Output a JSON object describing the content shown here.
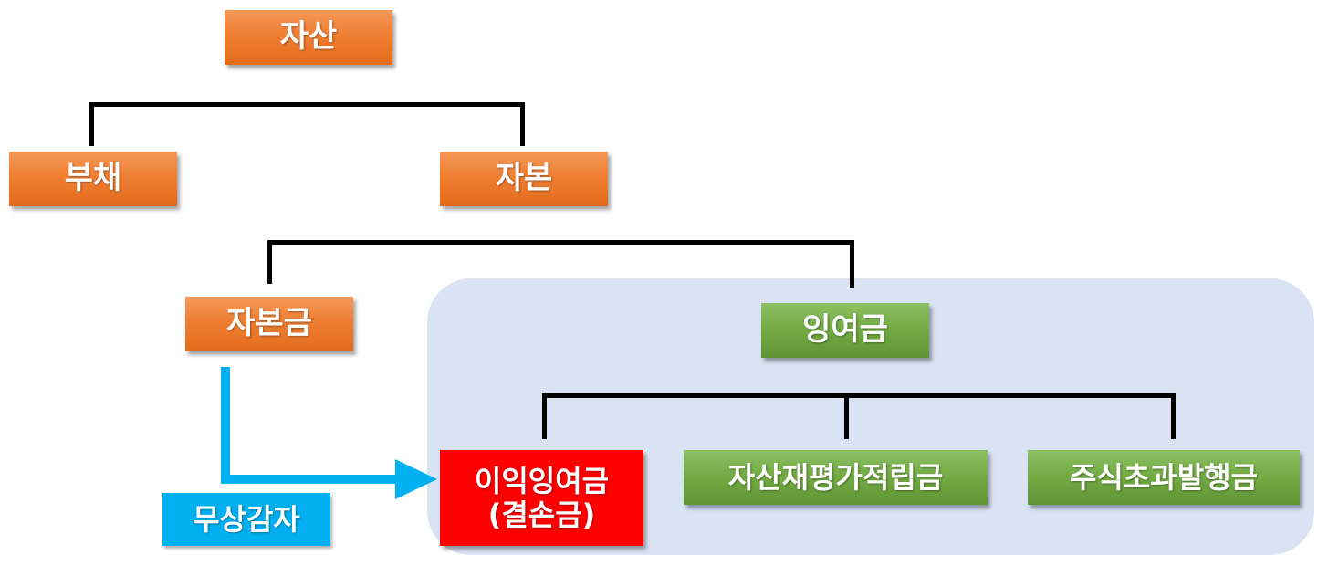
{
  "nodes": {
    "asset": "자산",
    "liability": "부채",
    "capital": "자본",
    "paid_in_capital": "자본금",
    "surplus": "잉여금",
    "retained_earnings": "이익잉여금",
    "retained_earnings_sub": "(결손금)",
    "revaluation_reserve": "자산재평가적립금",
    "share_premium": "주식초과발행금",
    "capital_reduction": "무상감자"
  },
  "colors": {
    "orange_node": "#ef7f33",
    "green_node": "#72aa43",
    "red_node": "#ff0000",
    "arrow": "#00b0f0",
    "panel": "#dae3f3",
    "connector": "#000000"
  }
}
